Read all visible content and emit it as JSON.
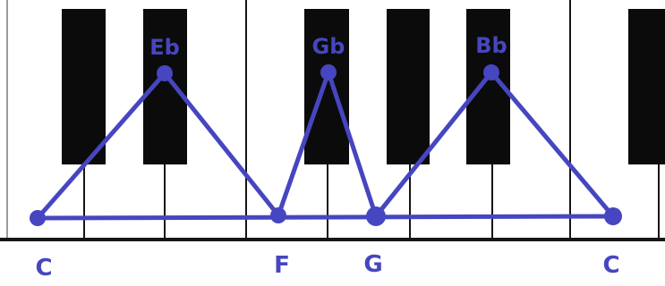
{
  "diagram": {
    "upper_labels": [
      "Eb",
      "Gb",
      "Bb"
    ],
    "lower_labels": [
      "C",
      "F",
      "G",
      "C"
    ],
    "colors": {
      "accent_blue": "#4646c0",
      "black_key": "#0b0b0b",
      "white_key": "#ffffff"
    }
  }
}
